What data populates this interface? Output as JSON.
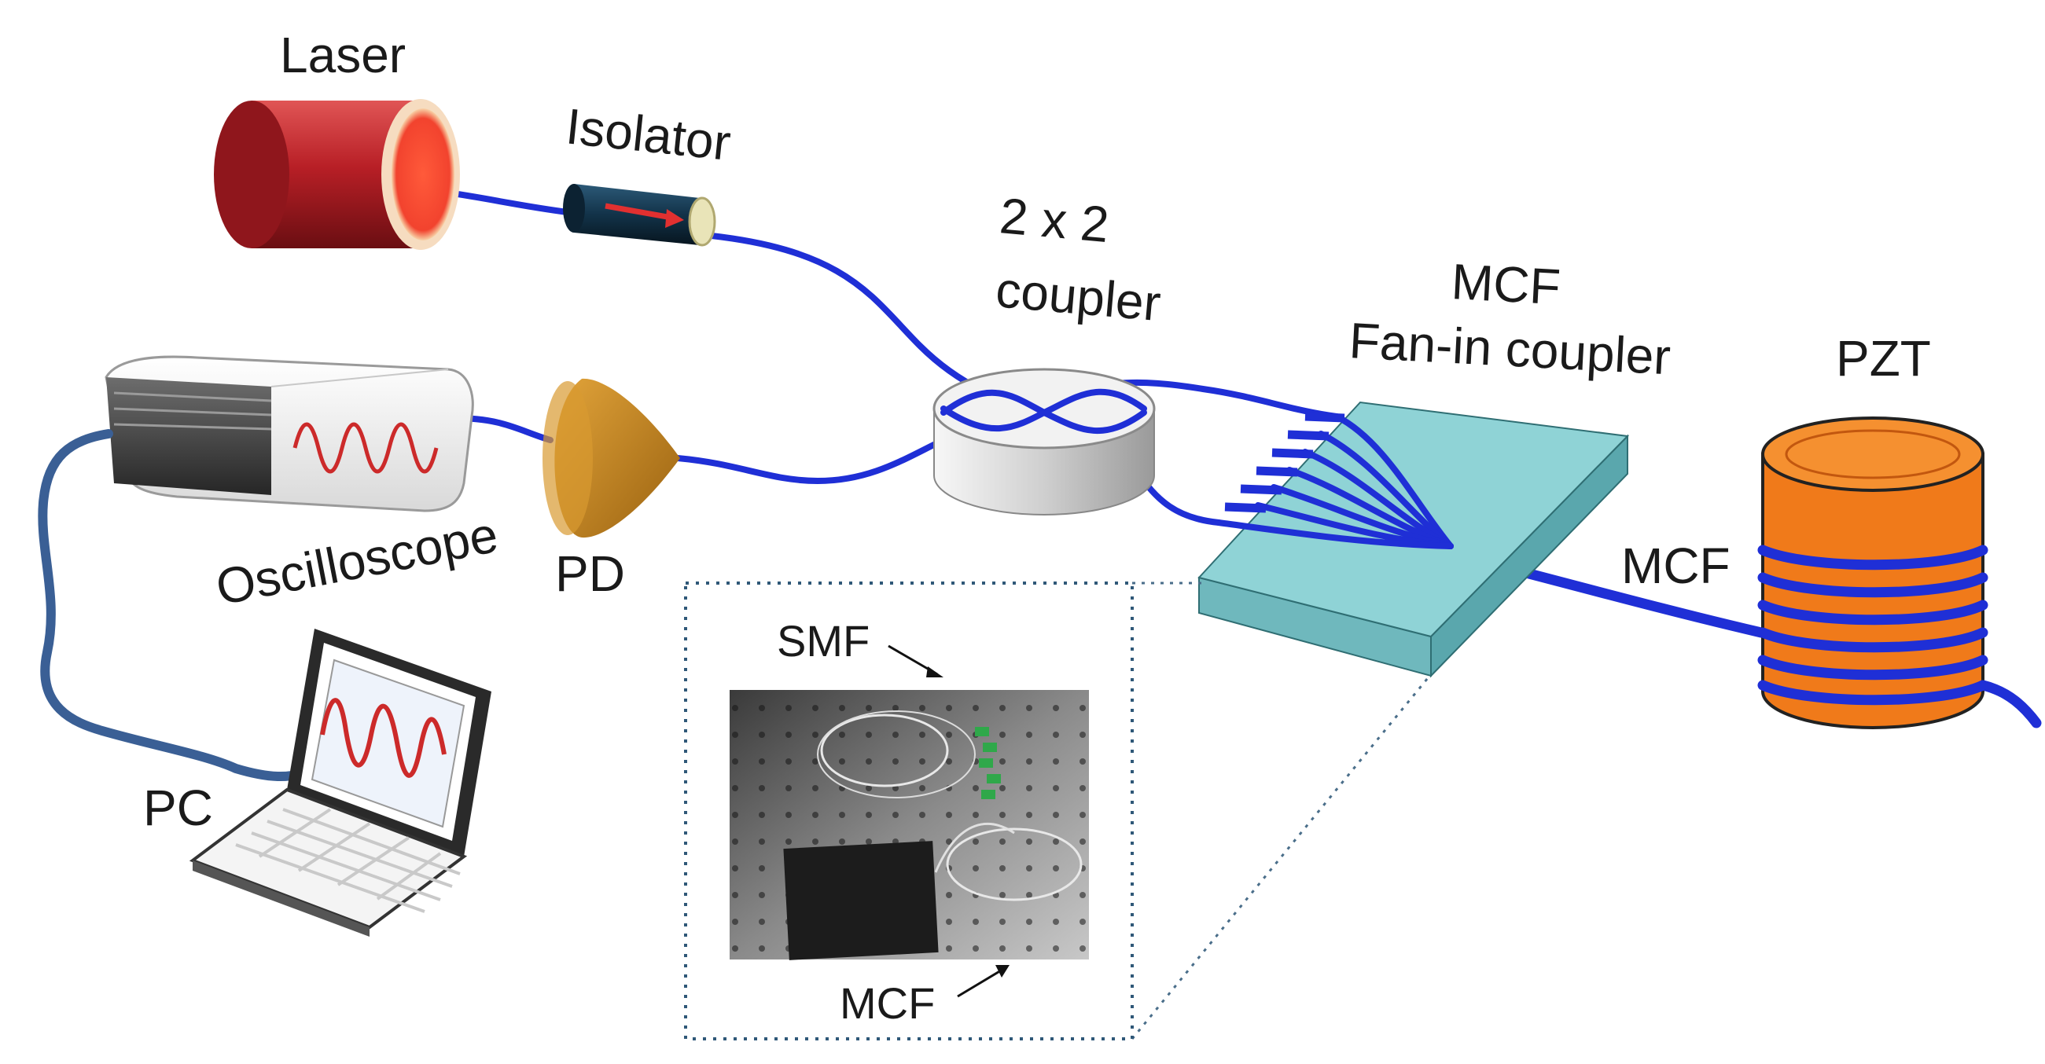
{
  "labels": {
    "laser": "Laser",
    "isolator": "Isolator",
    "coupler_line1": "2 x 2",
    "coupler_line2": "coupler",
    "fanin_line1": "MCF",
    "fanin_line2": "Fan-in coupler",
    "pzt": "PZT",
    "mcf_fiber": "MCF",
    "oscilloscope": "Oscilloscope",
    "pd": "PD",
    "pc": "PC",
    "inset_smf": "SMF",
    "inset_mcf": "MCF"
  },
  "colors": {
    "fiber": "#1f2fd6",
    "laser": "#c0262c",
    "pd": "#c98a1e",
    "fanin_box": "#8fd3d6",
    "pzt": "#f07a1a",
    "cable": "#3a5f95",
    "waveform": "#cc2a2a"
  },
  "icons": {
    "laser": "laser-cylinder-icon",
    "isolator": "isolator-icon",
    "coupler": "2x2-coupler-icon",
    "fanin": "fan-in-box-icon",
    "pzt": "pzt-cylinder-icon",
    "oscilloscope": "oscilloscope-icon",
    "pd": "photodetector-cone-icon",
    "pc": "laptop-icon",
    "inset": "photo-inset"
  }
}
